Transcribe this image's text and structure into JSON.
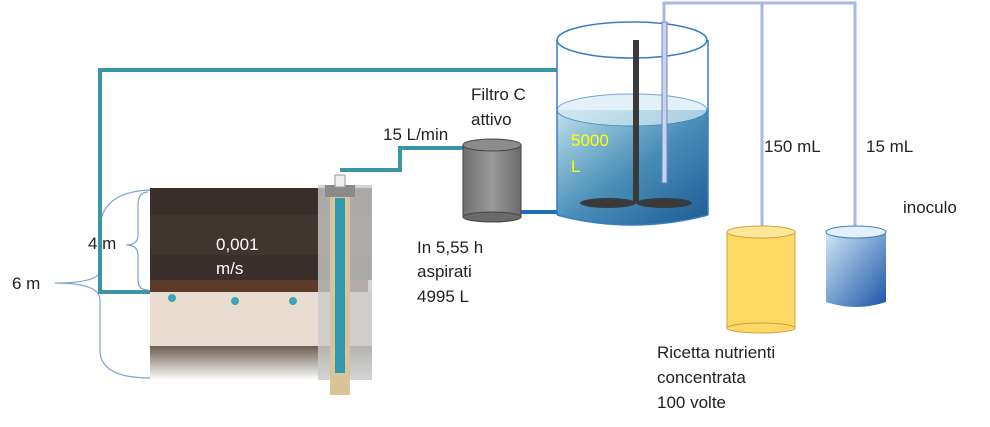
{
  "labels": {
    "filter_line1": "Filtro C",
    "filter_line2": "attivo",
    "flow_rate": "15 L/min",
    "time_line1": "In 5,55 h",
    "time_line2": "aspirati",
    "time_line3": "4995 L",
    "nutrient_volume": "150 mL",
    "inoculum_volume": "15 mL",
    "inoculum": "inoculo",
    "nutrient_line1": "Ricetta nutrienti",
    "nutrient_line2": "concentrata",
    "nutrient_line3": "100 volte",
    "depth_upper": "4 m",
    "depth_total": "6 m",
    "permeability_line1": "0,001",
    "permeability_line2": "m/s",
    "tank_volume_line1": "5000",
    "tank_volume_line2": "L"
  },
  "colors": {
    "recirculation_pipe": "#3b96a3",
    "feed_pipe": "#1f6fb8",
    "dosing_line": "#a8b8e4",
    "nutrient_fill": "#ffd966",
    "tank_volume_text": "#ffff00"
  }
}
